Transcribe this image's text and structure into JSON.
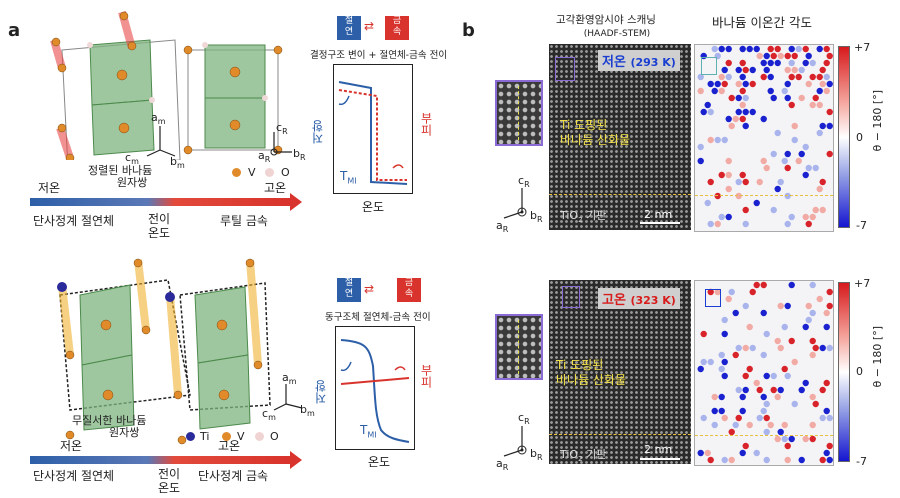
{
  "panel_a": {
    "letter": "a",
    "top": {
      "ordered_label_1": "정렬된 바나듐",
      "ordered_label_2": "원자쌍",
      "axes": {
        "am": "a",
        "am_sub": "m",
        "cm": "c",
        "cm_sub": "m",
        "bm": "b",
        "bm_sub": "m",
        "cR": "c",
        "cR_sub": "R",
        "aR": "a",
        "aR_sub": "R",
        "bR": "b",
        "bR_sub": "R"
      },
      "legend_v": "V",
      "legend_o": "O",
      "low_temp": "저온",
      "high_temp": "고온",
      "phase_left": "단사정계 절연체",
      "transition_1": "전이",
      "transition_2": "온도",
      "phase_right": "루틸 금속",
      "graph_title": "결정구조 변이 + 절연체-금속 전이",
      "box_blue_1": "절",
      "box_blue_2": "연",
      "box_red_1": "금",
      "box_red_2": "속",
      "y_left": "저항",
      "y_right": "부피",
      "x_label": "온도",
      "tmi": "T",
      "tmi_sub": "MI"
    },
    "bottom": {
      "disordered_label_1": "무질서한 바나듐",
      "disordered_label_2": "원자쌍",
      "legend_ti": "Ti",
      "legend_v": "V",
      "legend_o": "O",
      "low_temp": "저온",
      "high_temp": "고온",
      "phase_left": "단사정계 절연체",
      "transition_1": "전이",
      "transition_2": "온도",
      "phase_right": "단사정계 금속",
      "graph_title": "동구조체 절연체-금속 전이",
      "box_blue_1": "절",
      "box_blue_2": "연",
      "box_red_1": "금",
      "box_red_2": "속",
      "y_left": "저항",
      "y_right": "부피",
      "x_label": "온도",
      "tmi": "T",
      "tmi_sub": "MI",
      "axes": {
        "am": "a",
        "am_sub": "m",
        "cm": "c",
        "cm_sub": "m",
        "bm": "b",
        "bm_sub": "m"
      }
    }
  },
  "panel_b": {
    "letter": "b",
    "stem_title_1": "고각환영암시야 스캐닝",
    "stem_title_2": "(HAADF-STEM)",
    "map_title": "바나듐 이온간 각도",
    "top": {
      "temp_label": "저온",
      "temp_value": "(293 K)",
      "sample_1": "Ti 도핑된",
      "sample_2": "바나듐 산화물",
      "substrate": "TiO",
      "substrate_sub": "2",
      "substrate_tail": " 기판",
      "scale": "2 nm"
    },
    "bottom": {
      "temp_label": "고온",
      "temp_value": "(323 K)",
      "sample_1": "Ti 도핑된",
      "sample_2": "바나듐 산화물",
      "substrate": "TiO",
      "substrate_sub": "2",
      "substrate_tail": " 기판",
      "scale": "2 nm"
    },
    "axes": {
      "cR": "c",
      "cR_sub": "R",
      "aR": "a",
      "aR_sub": "R",
      "bR": "b",
      "bR_sub": "R"
    },
    "colorbar": {
      "max": "+7",
      "mid": "0",
      "min": "-7",
      "label": "θ − 180 [°]"
    }
  }
}
